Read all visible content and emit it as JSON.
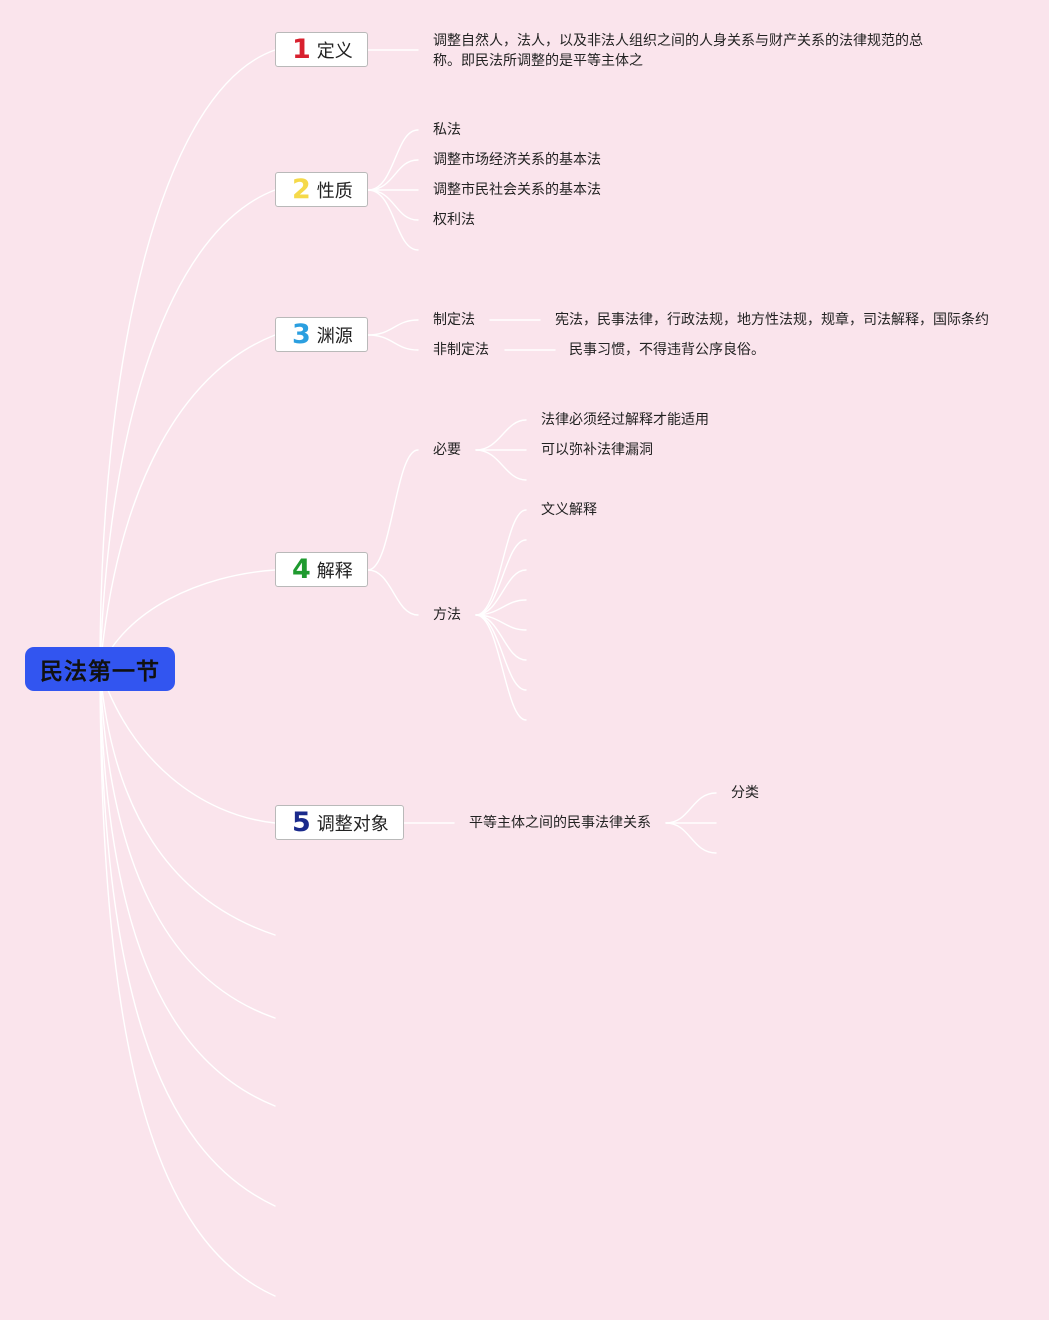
{
  "root": {
    "label": "民法第一节"
  },
  "topics": [
    {
      "number": "1",
      "label": "定义",
      "color": "#d8202e",
      "definition": "调整自然人，法人，以及非法人组织之间的人身关系与财产关系的法律规范的总称。即民法所调整的是平等主体之"
    },
    {
      "number": "2",
      "label": "性质",
      "color": "#f5d94a",
      "items": [
        "私法",
        "调整市场经济关系的基本法",
        "调整市民社会关系的基本法",
        "权利法"
      ]
    },
    {
      "number": "3",
      "label": "渊源",
      "color": "#2b9fe0",
      "items": [
        {
          "label": "制定法",
          "detail": "宪法，民事法律，行政法规，地方性法规，规章，司法解释，国际条约"
        },
        {
          "label": "非制定法",
          "detail": "民事习惯，不得违背公序良俗。"
        }
      ]
    },
    {
      "number": "4",
      "label": "解释",
      "color": "#1f9a2f",
      "necessity": {
        "label": "必要",
        "items": [
          "法律必须经过解释才能适用",
          "可以弥补法律漏洞"
        ]
      },
      "method": {
        "label": "方法",
        "items": [
          "文义解释"
        ]
      }
    },
    {
      "number": "5",
      "label": "调整对象",
      "color": "#1a2a8c",
      "child": {
        "label": "平等主体之间的民事法律关系",
        "sub": "分类"
      }
    }
  ],
  "colors": {
    "background": "#fae4ec",
    "root_fill": "#3255f0",
    "link": "#ffffff"
  }
}
